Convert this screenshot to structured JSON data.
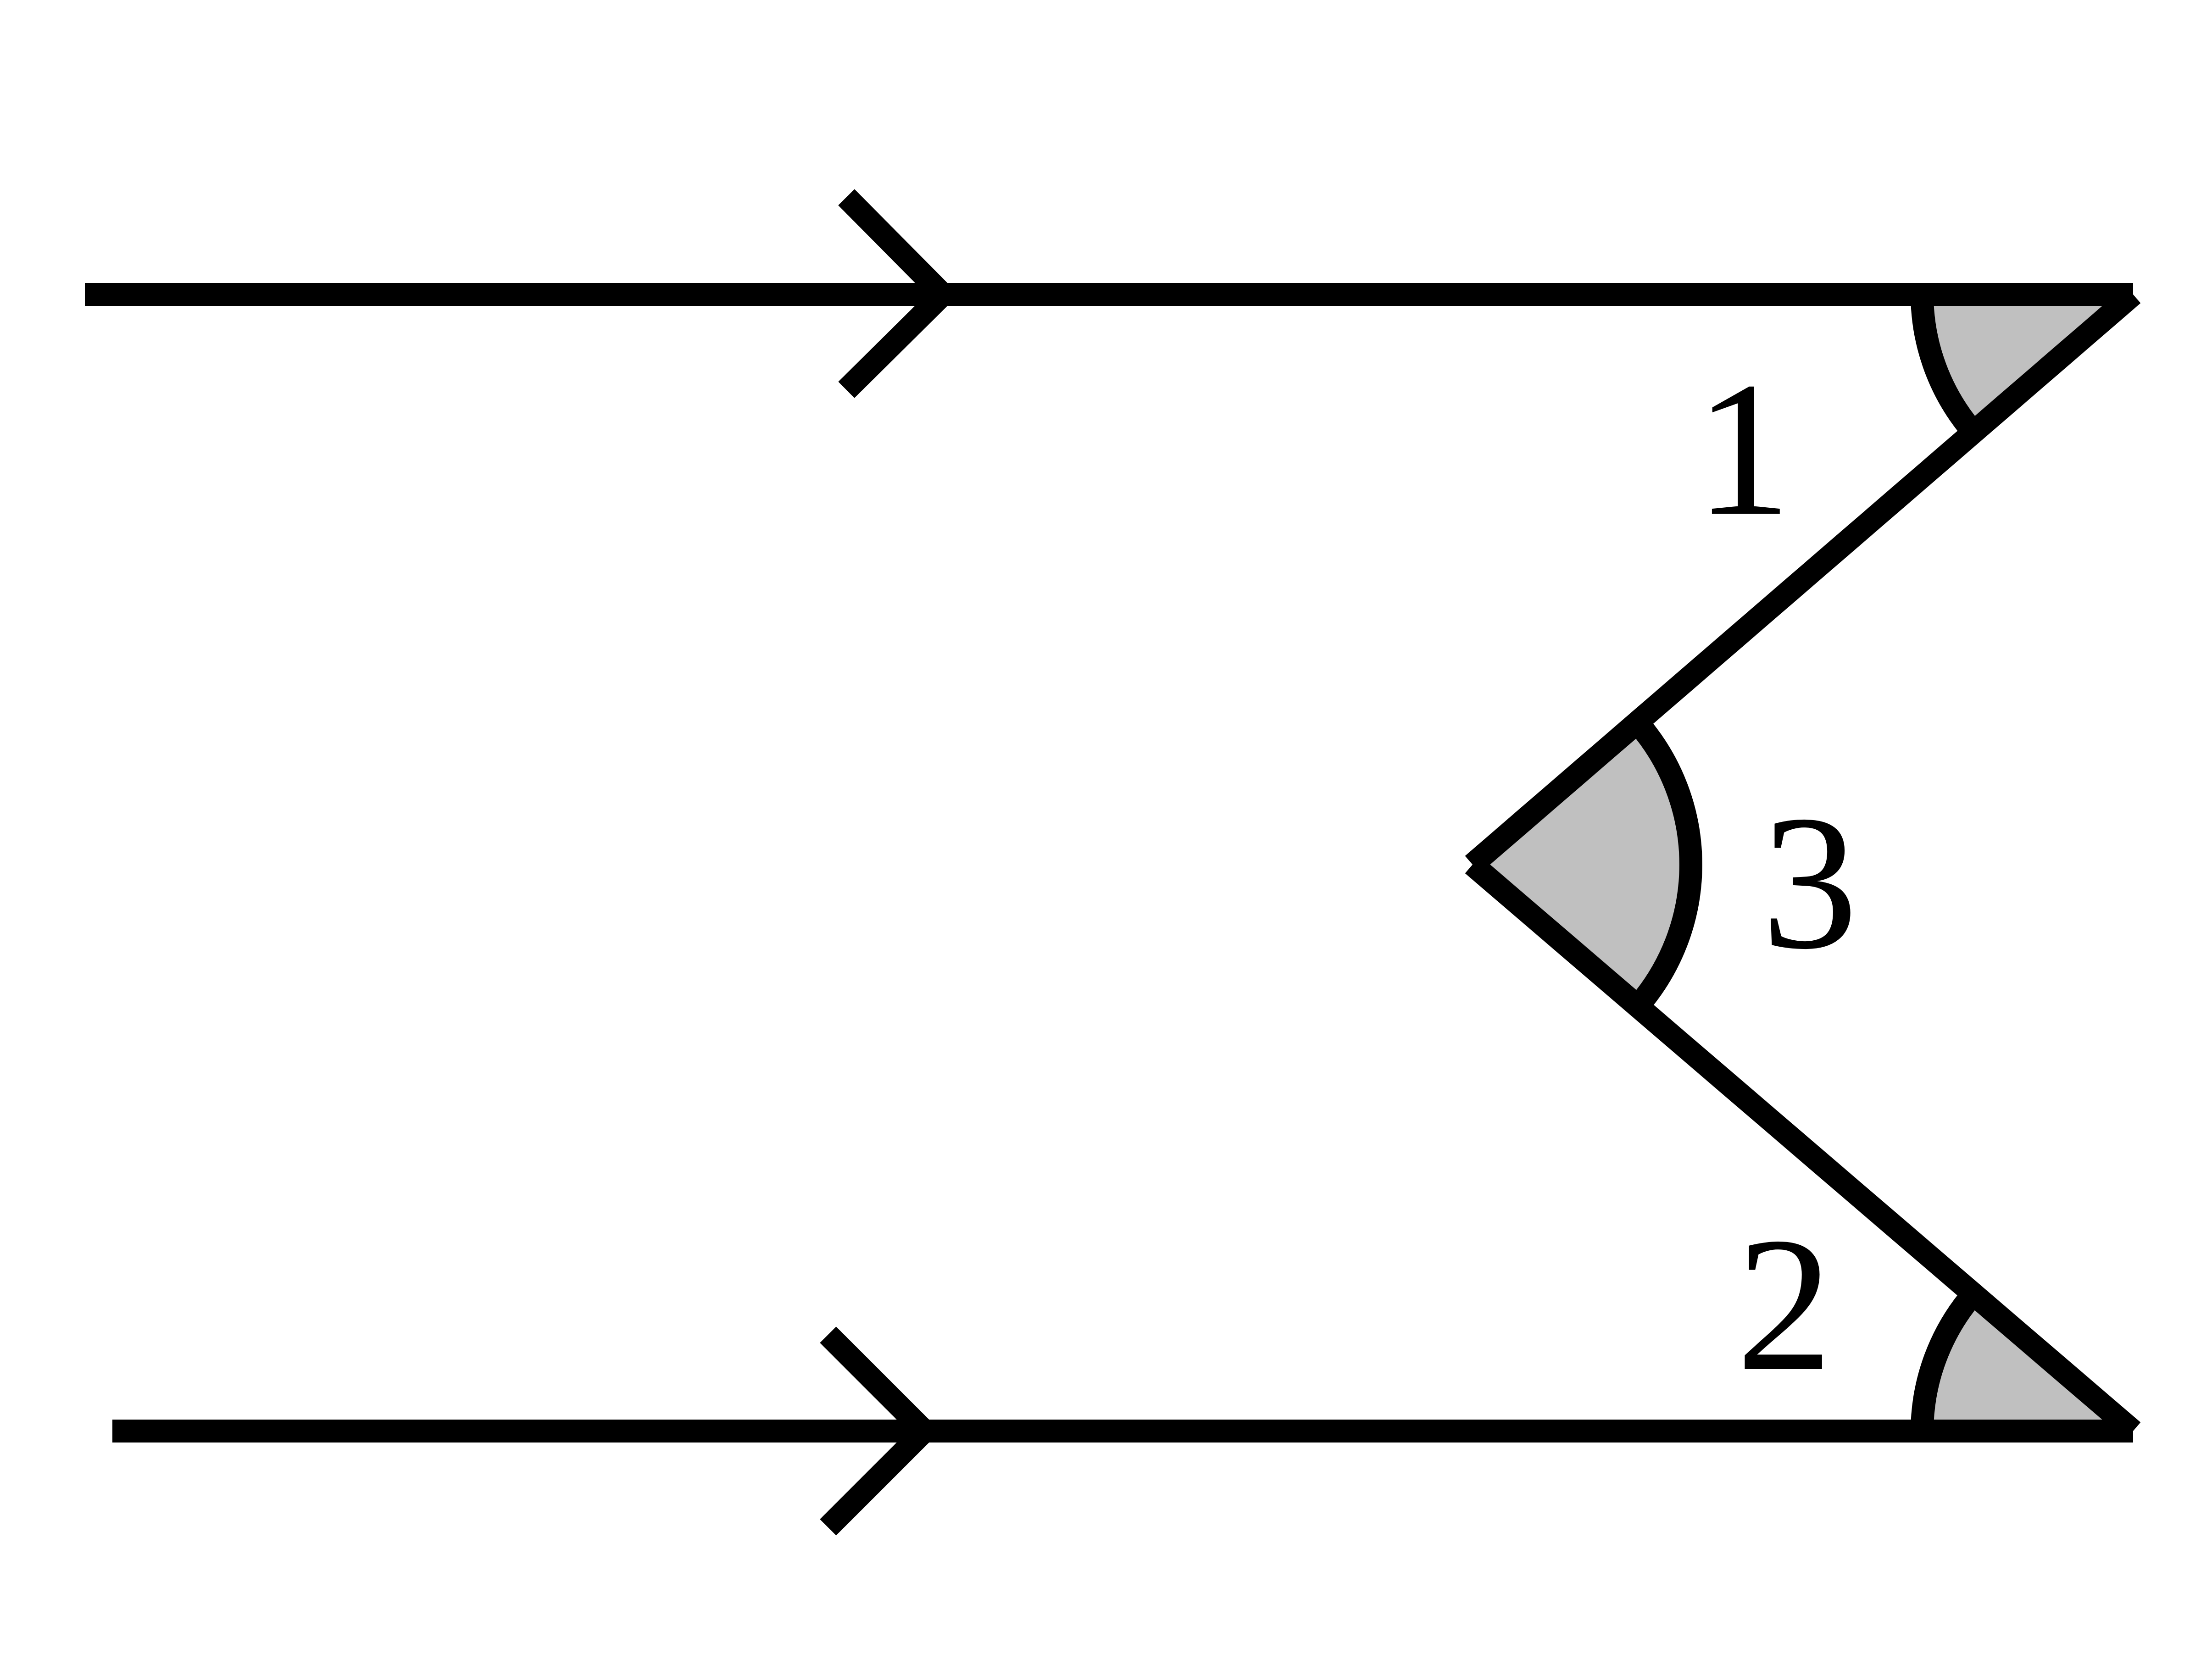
{
  "diagram": {
    "labels": {
      "angle_1": "1",
      "angle_2": "2",
      "angle_3": "3"
    },
    "colors": {
      "stroke": "#000000",
      "angle_fill": "#c0c0c0",
      "background": "#ffffff"
    }
  }
}
